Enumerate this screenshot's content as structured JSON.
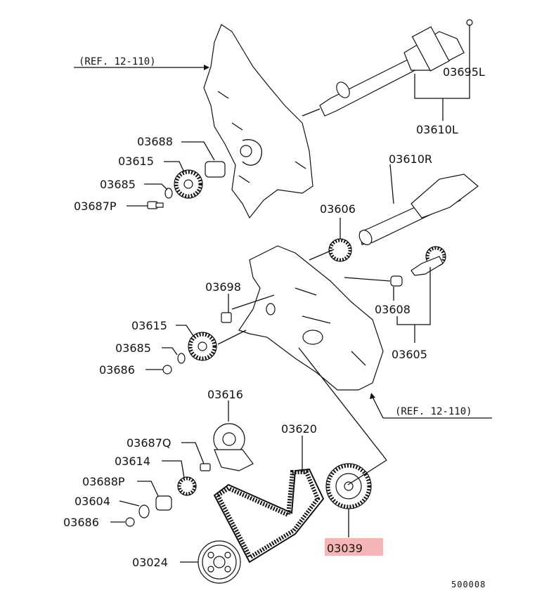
{
  "diagram": {
    "labels": {
      "ref_top": "(REF. 12-110)",
      "ref_bottom": "(REF. 12-110)",
      "p03695L": "03695L",
      "p03610L": "03610L",
      "p03688_top": "03688",
      "p03615_top": "03615",
      "p03685_top": "03685",
      "p03687P": "03687P",
      "p03610R": "03610R",
      "p03606": "03606",
      "p03698": "03698",
      "p03608": "03608",
      "p03615_mid": "03615",
      "p03685_mid": "03685",
      "p03686_mid": "03686",
      "p03605": "03605",
      "p03616": "03616",
      "p03620": "03620",
      "p03687Q": "03687Q",
      "p03614": "03614",
      "p03688P": "03688P",
      "p03604": "03604",
      "p03686_bot": "03686",
      "p03024": "03024",
      "p03039": "03039",
      "figure_code": "500008"
    },
    "highlight_color": "#f4b6b6"
  }
}
